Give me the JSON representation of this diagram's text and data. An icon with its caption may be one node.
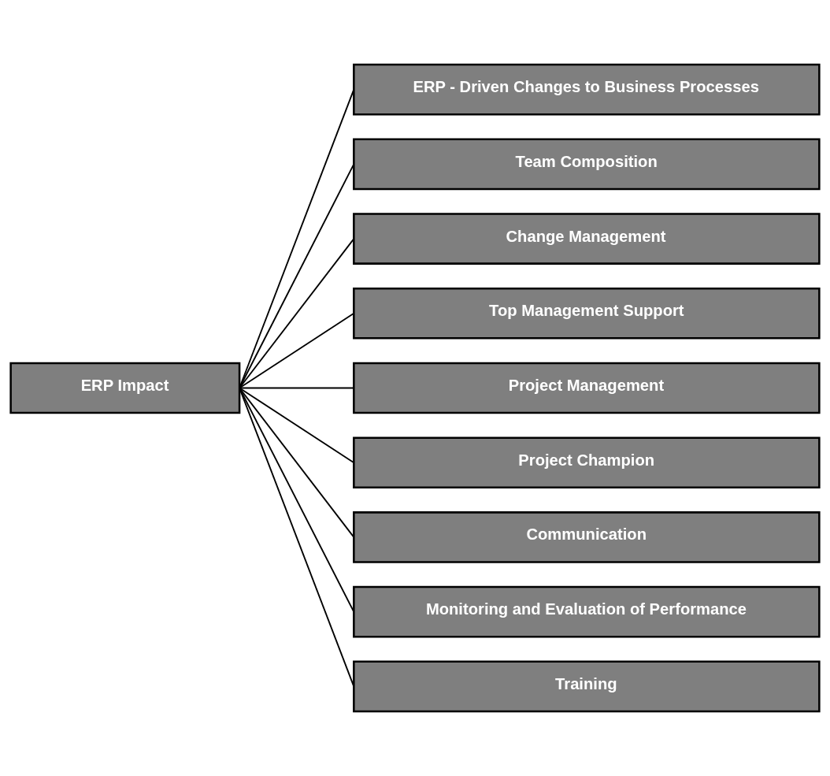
{
  "diagram": {
    "nodes": [
      {
        "text": [
          "ERP Impact"
        ]
      },
      {
        "text": [
          "ERP - Driven Changes to Business Processes"
        ]
      },
      {
        "text": [
          "Team Composition"
        ]
      },
      {
        "text": [
          "Change Management"
        ]
      },
      {
        "text": [
          "Top Management Support"
        ]
      },
      {
        "text": [
          "Project Management"
        ]
      },
      {
        "text": [
          "Project Champion"
        ]
      },
      {
        "text": [
          "Communication"
        ]
      },
      {
        "text": [
          "Monitoring and Evaluation of Performance"
        ]
      },
      {
        "text": [
          "Training"
        ]
      }
    ],
    "edges": [
      {
        "from": 0,
        "to": 1,
        "arrow": "none"
      },
      {
        "from": 0,
        "to": 2,
        "arrow": "none"
      },
      {
        "from": 0,
        "to": 3,
        "arrow": "none"
      },
      {
        "from": 0,
        "to": 4,
        "arrow": "none"
      },
      {
        "from": 0,
        "to": 5,
        "arrow": "none"
      },
      {
        "from": 0,
        "to": 6,
        "arrow": "none"
      },
      {
        "from": 0,
        "to": 7,
        "arrow": "none"
      },
      {
        "from": 0,
        "to": 8,
        "arrow": "none"
      },
      {
        "from": 0,
        "to": 9,
        "arrow": "none"
      }
    ]
  }
}
